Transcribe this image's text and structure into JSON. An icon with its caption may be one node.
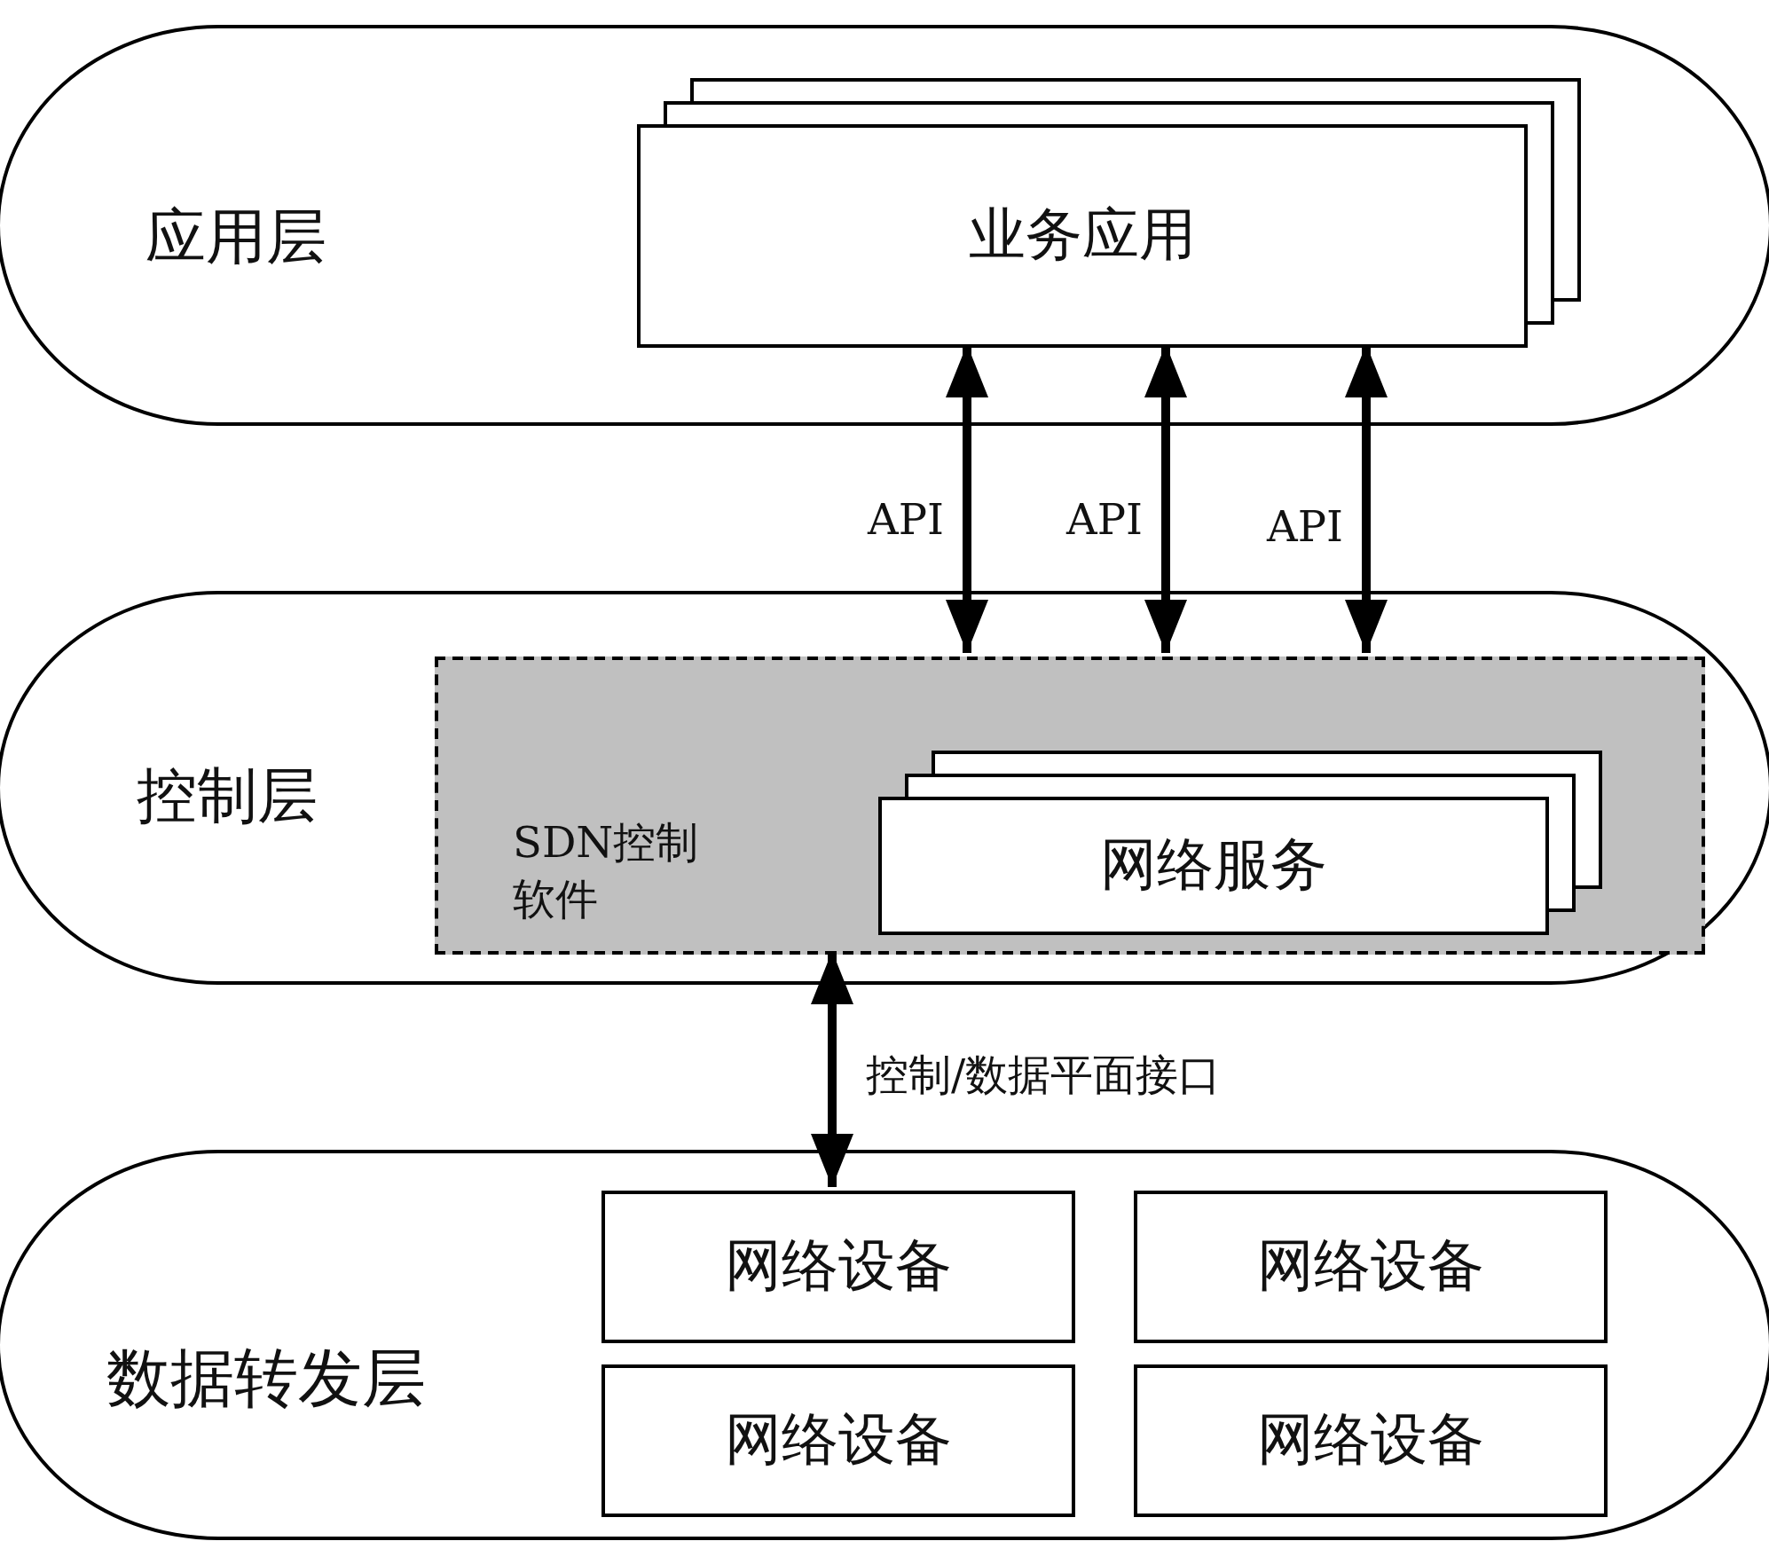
{
  "diagram": {
    "nodes": [
      {
        "text": [
          "应用层"
        ]
      },
      {
        "text": [
          "业务应用"
        ],
        "in": 0
      },
      {
        "text": [
          "控制层"
        ]
      },
      {
        "text": [
          "SDN控制软件"
        ],
        "in": 2
      },
      {
        "text": [
          "网络服务"
        ],
        "in": 3
      },
      {
        "text": [
          "数据转发层"
        ]
      },
      {
        "text": [
          "网络设备"
        ],
        "in": 5
      },
      {
        "text": [
          "网络设备"
        ],
        "in": 5
      },
      {
        "text": [
          "网络设备"
        ],
        "in": 5
      },
      {
        "text": [
          "网络设备"
        ],
        "in": 5
      }
    ],
    "edges": [
      {
        "from": 1,
        "to": 3,
        "arrow": "both",
        "label": "API"
      },
      {
        "from": 1,
        "to": 3,
        "arrow": "both",
        "label": "API"
      },
      {
        "from": 1,
        "to": 3,
        "arrow": "both",
        "label": "API"
      },
      {
        "from": 3,
        "to": 6,
        "arrow": "both",
        "label": "控制/数据平面接口"
      }
    ]
  }
}
